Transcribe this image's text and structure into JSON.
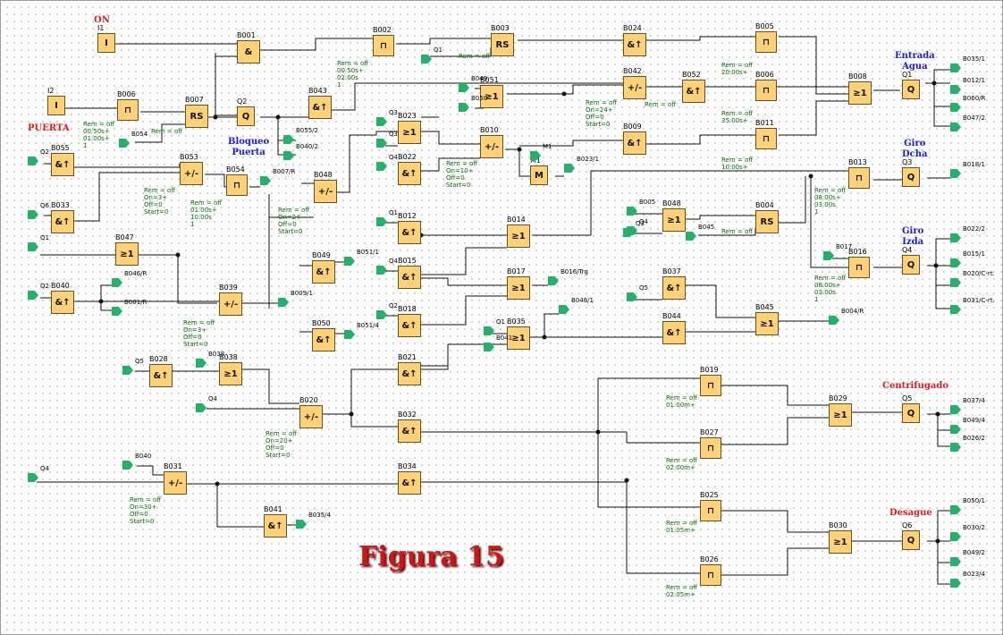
{
  "figure_label": "Figura 15",
  "titles": {
    "on": "ON",
    "puerta": "PUERTA",
    "bloqueo": "Bloqueo\nPuerta",
    "entrada": "Entrada\nAgua",
    "giro_dcha": "Giro\nDcha",
    "giro_izda": "Giro\nIzda",
    "centrifugado": "Centrifugado",
    "desague": "Desague"
  },
  "blocks": [
    {
      "id": "I1",
      "sym": "I"
    },
    {
      "id": "I2",
      "sym": "I"
    },
    {
      "id": "B001",
      "sym": "&"
    },
    {
      "id": "B002",
      "sym": "⊓"
    },
    {
      "id": "B003",
      "sym": "RS"
    },
    {
      "id": "B024",
      "sym": "&↑"
    },
    {
      "id": "B005",
      "sym": "⊓"
    },
    {
      "id": "B008",
      "sym": "≥1"
    },
    {
      "id": "Q1",
      "sym": "Q"
    },
    {
      "id": "B006",
      "sym": "⊓"
    },
    {
      "id": "B007",
      "sym": "RS"
    },
    {
      "id": "Q2",
      "sym": "Q"
    },
    {
      "id": "B043",
      "sym": "&↑"
    },
    {
      "id": "B051",
      "sym": "≥1"
    },
    {
      "id": "B042",
      "sym": "+/-"
    },
    {
      "id": "B052",
      "sym": "&↑"
    },
    {
      "id": "B006b",
      "sym": "⊓"
    },
    {
      "id": "B023",
      "sym": "≥1"
    },
    {
      "id": "B010",
      "sym": "+/-"
    },
    {
      "id": "B009",
      "sym": "&↑"
    },
    {
      "id": "B011",
      "sym": "⊓"
    },
    {
      "id": "B055",
      "sym": "&↑"
    },
    {
      "id": "B053",
      "sym": "+/-"
    },
    {
      "id": "B054",
      "sym": "⊓"
    },
    {
      "id": "B022",
      "sym": "&↑"
    },
    {
      "id": "M1",
      "sym": "M"
    },
    {
      "id": "B013",
      "sym": "⊓"
    },
    {
      "id": "Q3",
      "sym": "Q"
    },
    {
      "id": "B033",
      "sym": "&↑"
    },
    {
      "id": "B048",
      "sym": "+/-"
    },
    {
      "id": "B012",
      "sym": "&↑"
    },
    {
      "id": "B014",
      "sym": "≥1"
    },
    {
      "id": "B048b",
      "sym": "≥1"
    },
    {
      "id": "B004",
      "sym": "RS"
    },
    {
      "id": "B047",
      "sym": "≥1"
    },
    {
      "id": "B049",
      "sym": "&↑"
    },
    {
      "id": "B015",
      "sym": "&↑"
    },
    {
      "id": "B017",
      "sym": "≥1"
    },
    {
      "id": "B037",
      "sym": "&↑"
    },
    {
      "id": "B016",
      "sym": "⊓"
    },
    {
      "id": "Q4",
      "sym": "Q"
    },
    {
      "id": "B040",
      "sym": "&↑"
    },
    {
      "id": "B039",
      "sym": "+/-"
    },
    {
      "id": "B050",
      "sym": "&↑"
    },
    {
      "id": "B018",
      "sym": "&↑"
    },
    {
      "id": "B035",
      "sym": "≥1"
    },
    {
      "id": "B044",
      "sym": "&↑"
    },
    {
      "id": "B045",
      "sym": "≥1"
    },
    {
      "id": "B028",
      "sym": "&↑"
    },
    {
      "id": "B038",
      "sym": "≥1"
    },
    {
      "id": "B021",
      "sym": "&↑"
    },
    {
      "id": "B019",
      "sym": "⊓"
    },
    {
      "id": "B020",
      "sym": "+/-"
    },
    {
      "id": "B032",
      "sym": "&↑"
    },
    {
      "id": "B029",
      "sym": "≥1"
    },
    {
      "id": "Q5",
      "sym": "Q"
    },
    {
      "id": "B027",
      "sym": "⊓"
    },
    {
      "id": "B031",
      "sym": "+/-"
    },
    {
      "id": "B034",
      "sym": "&↑"
    },
    {
      "id": "B025",
      "sym": "⊓"
    },
    {
      "id": "B041",
      "sym": "&↑"
    },
    {
      "id": "B030",
      "sym": "≥1"
    },
    {
      "id": "Q6",
      "sym": "Q"
    },
    {
      "id": "B026",
      "sym": "⊓"
    },
    {
      "id": "B041b",
      "sym": "≥1"
    }
  ],
  "params": {
    "B002": "Rem = off\n00:50s+\n02:00s\n1",
    "B024": "Rem = off",
    "B006": "Rem = off\n00:50s+\n01:00s+\n1",
    "B007": "Rem = off",
    "B042": "Rem = off\nOn=24+\nOff=0\nStart=0",
    "B052": "Rem = off",
    "B005": "Rem = off\n20:00s+",
    "B006b": "Rem = off\n35:00s+",
    "B011": "Rem = off\n10:00s+",
    "B010": "Rem = off\nOn=10+\nOff=0\nStart=0",
    "B053": "Rem = off\nOn=3+\nOff=0\nStart=0",
    "B054": "Rem = off\n01:00s+\n10:00s\n1",
    "B048": "Rem = off\nOn=24\nOff=0\nStart=0",
    "B013": "Rem = off\n08:00s+\n03:00s\n1",
    "B004": "Rem = off",
    "B016": "Rem = off\n08:00s+\n03:00s\n1",
    "B039": "Rem = off\nOn=3+\nOff=0\nStart=0",
    "B020": "Rem = off\nOn=20+\nOff=0\nStart=0",
    "B019": "Rem = off\n01:00m+",
    "B027": "Rem = off\n02:00m+",
    "B025": "Rem = off\n01:05m+",
    "B026": "Rem = off\n02:05m+",
    "B031": "Rem = off\nOn=30+\nOff=0\nStart=0",
    "B003": "Rem = off"
  },
  "flags": [
    "Q1",
    "B054",
    "B055/2",
    "B040/2",
    "Q2",
    "Q6",
    "Q1",
    "Q2",
    "Q4",
    "Q1",
    "Q4",
    "Q2",
    "Q5",
    "Q4",
    "Q4",
    "B049",
    "B050",
    "M1",
    "Q3",
    "Q4",
    "Q3",
    "B005",
    "Q3",
    "B045",
    "B017",
    "Q5",
    "Q1",
    "B041",
    "B040",
    "B038",
    "B035/1",
    "B012/1",
    "B060/R",
    "B047/2",
    "B007/R",
    "B018/1",
    "B022/2",
    "B015/1",
    "B020/C-rt.",
    "B031/C-rt.",
    "B046/R",
    "B001/R",
    "B009/1",
    "B051/1",
    "B051/4",
    "B023/1",
    "B016/Trg",
    "B046/1",
    "B004/R",
    "B037/4",
    "B049/4",
    "B026/2",
    "B050/1",
    "B030/2",
    "B049/2",
    "B023/4",
    "B035/4"
  ]
}
